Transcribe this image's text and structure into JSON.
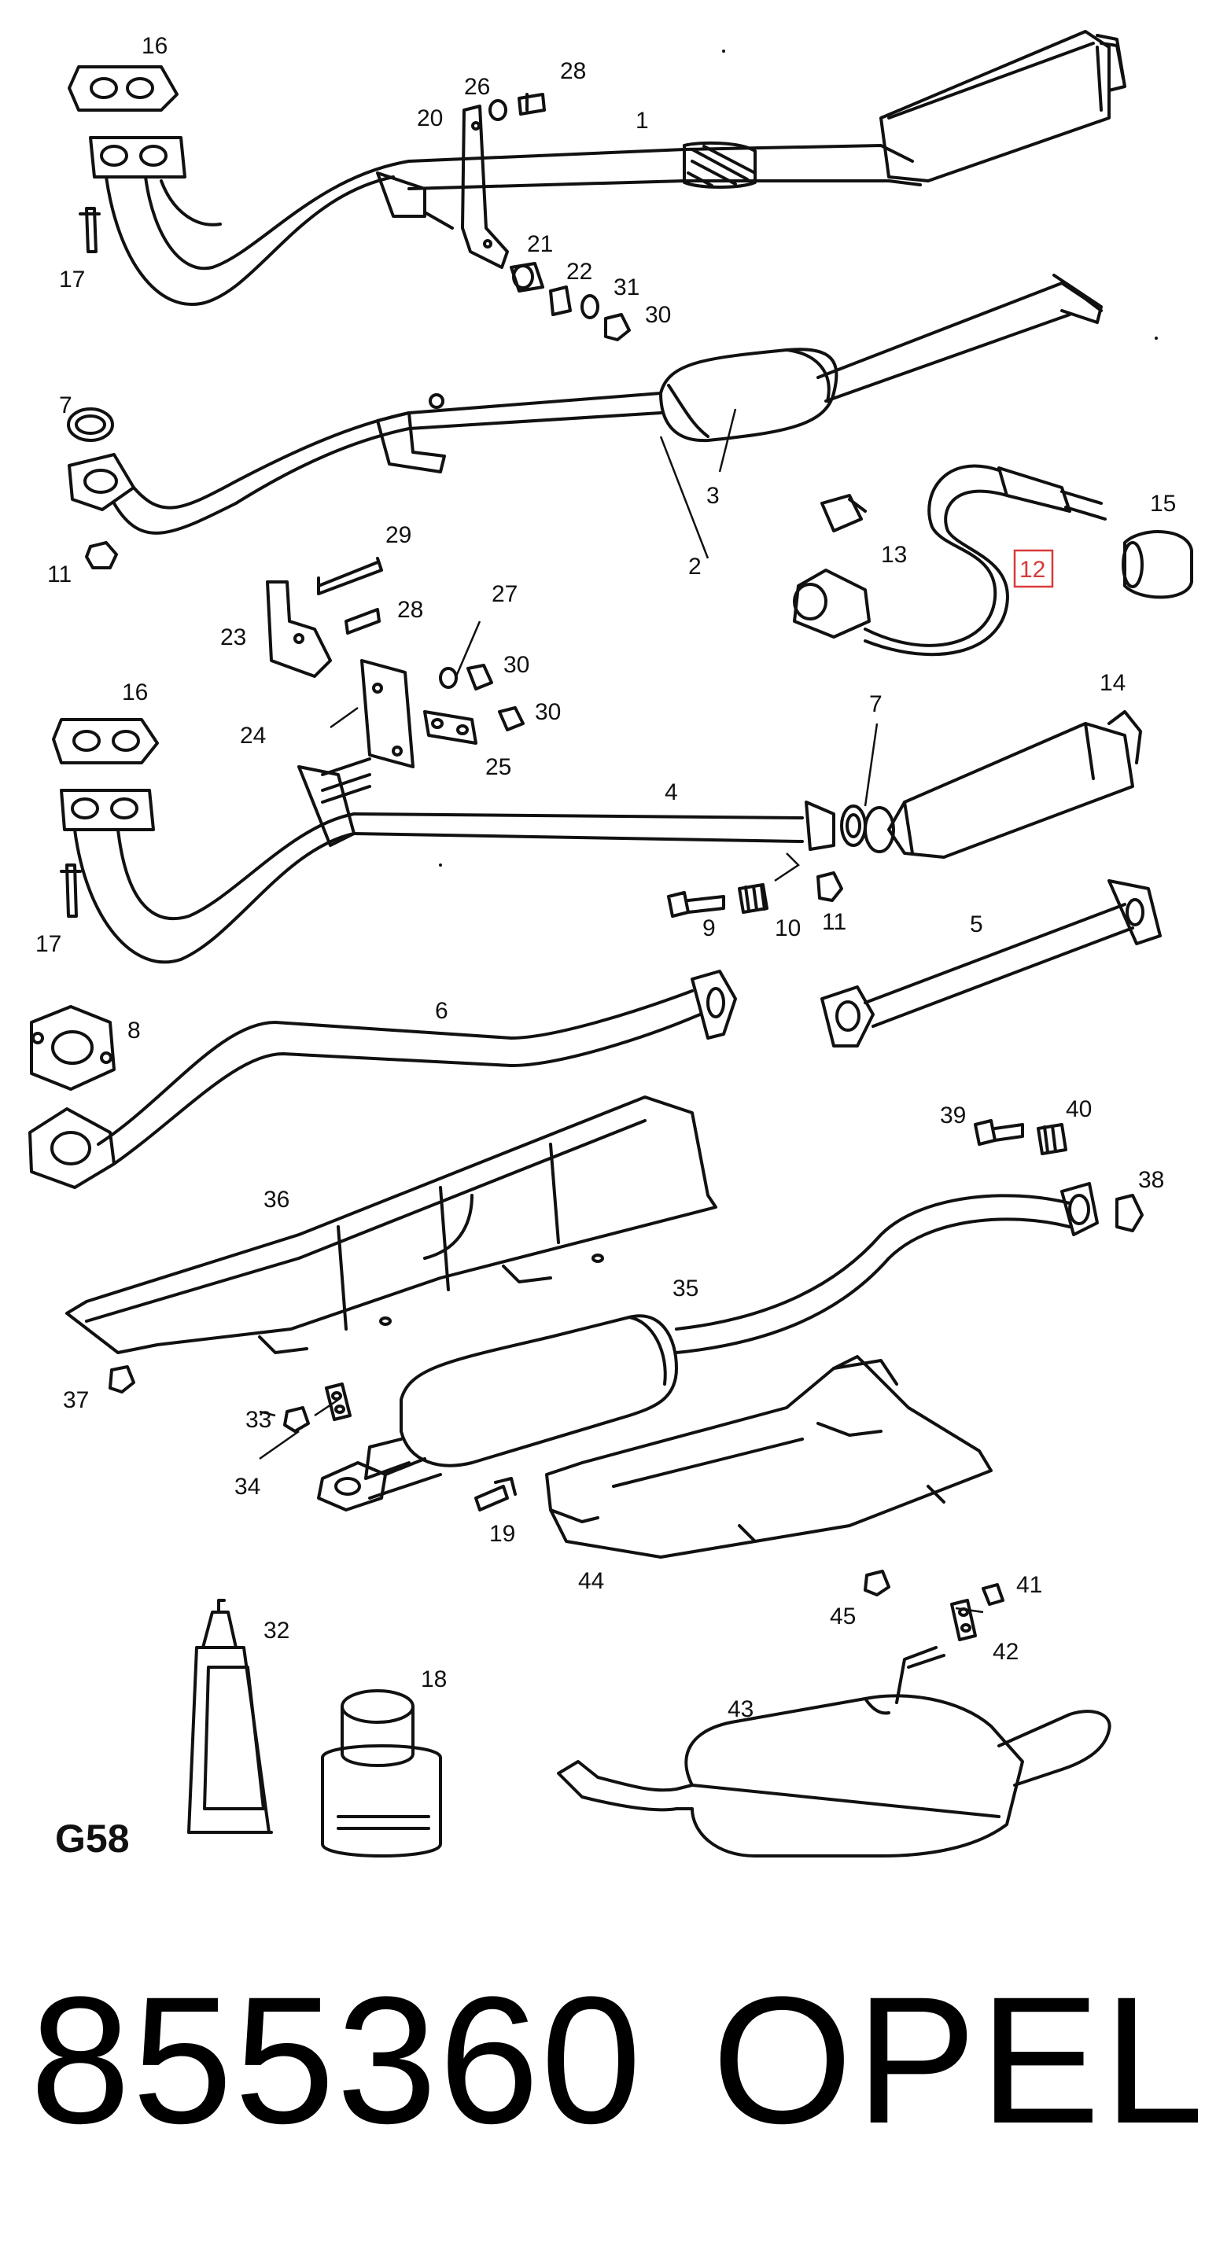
{
  "diagram": {
    "section_code": "G58",
    "highlighted_callout": "12",
    "callouts": [
      "1",
      "2",
      "3",
      "4",
      "5",
      "6",
      "7",
      "7",
      "8",
      "9",
      "10",
      "11",
      "11",
      "12",
      "13",
      "14",
      "15",
      "16",
      "16",
      "17",
      "17",
      "18",
      "19",
      "20",
      "21",
      "22",
      "23",
      "24",
      "25",
      "26",
      "27",
      "28",
      "28",
      "29",
      "30",
      "30",
      "30",
      "31",
      "32",
      "33",
      "34",
      "35",
      "36",
      "37",
      "38",
      "39",
      "40",
      "41",
      "42",
      "43",
      "44",
      "45"
    ]
  },
  "footer": {
    "part_number": "855360",
    "brand": "OPEL"
  },
  "colors": {
    "ink": "#111111",
    "highlight": "#d93a3a",
    "background": "#ffffff"
  }
}
